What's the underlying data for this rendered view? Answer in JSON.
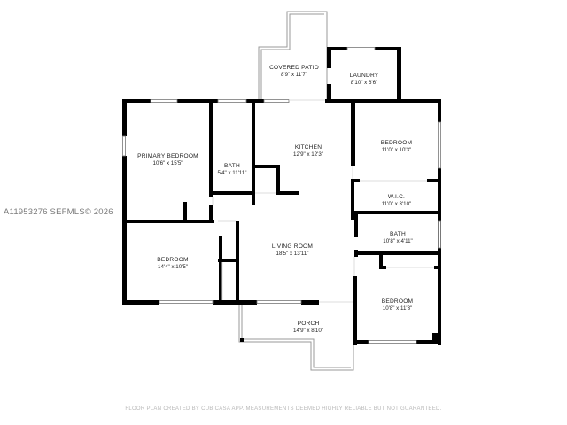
{
  "watermark": "A11953276  SEFMLS© 2026",
  "footer": "FLOOR PLAN CREATED BY CUBICASA APP. MEASUREMENTS DEEMED HIGHLY RELIABLE BUT NOT GUARANTEED.",
  "colors": {
    "wall": "#000000",
    "window": "#ffffff",
    "text": "#222222",
    "watermark": "#7a7a7a",
    "footer": "#b8b8b8"
  },
  "rooms": {
    "covered_patio": {
      "name": "COVERED PATIO",
      "dims": "8'9\" x 11'7\""
    },
    "laundry": {
      "name": "LAUNDRY",
      "dims": "8'10\" x 6'6\""
    },
    "primary_bedroom": {
      "name": "PRIMARY BEDROOM",
      "dims": "10'6\" x 15'5\""
    },
    "bath_1": {
      "name": "BATH",
      "dims": "5'4\" x 11'11\""
    },
    "kitchen": {
      "name": "KITCHEN",
      "dims": "12'9\" x 12'3\""
    },
    "bedroom_ne": {
      "name": "BEDROOM",
      "dims": "11'0\" x 10'3\""
    },
    "wic": {
      "name": "W.I.C.",
      "dims": "11'0\" x 3'10\""
    },
    "bath_2": {
      "name": "BATH",
      "dims": "10'8\" x 4'11\""
    },
    "bedroom_sw": {
      "name": "BEDROOM",
      "dims": "14'4\" x 10'5\""
    },
    "living_room": {
      "name": "LIVING ROOM",
      "dims": "18'5\" x 13'11\""
    },
    "bedroom_se": {
      "name": "BEDROOM",
      "dims": "10'8\" x 11'3\""
    },
    "porch": {
      "name": "PORCH",
      "dims": "14'9\" x 8'10\""
    }
  }
}
